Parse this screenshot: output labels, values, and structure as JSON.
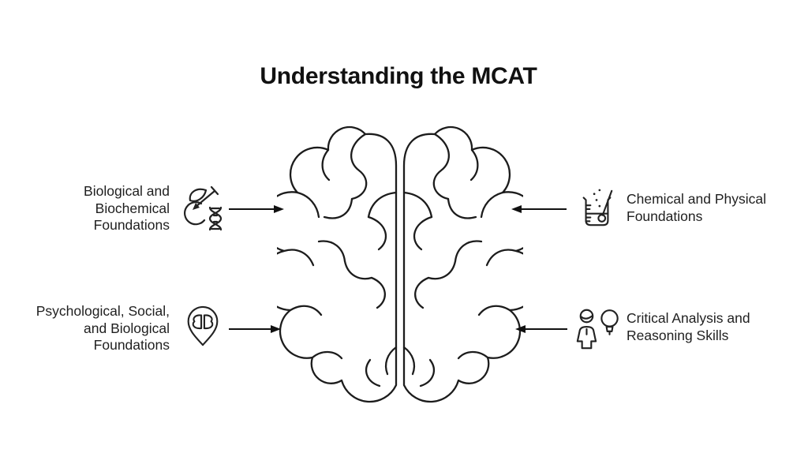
{
  "page": {
    "title": "Understanding the MCAT",
    "background_color": "#ffffff",
    "line_color": "#1c1c1c",
    "illustration": "human-brain-top-view"
  },
  "sections": [
    {
      "id": "biological-biochemical",
      "position": "left-top",
      "icon": "apple-dna-icon",
      "label": "Biological and Biochemical Foundations",
      "label_lines": [
        "Biological and",
        "Biochemical",
        "Foundations"
      ],
      "arrow_direction": "right"
    },
    {
      "id": "chemical-physical",
      "position": "right-top",
      "icon": "beaker-thermometer-icon",
      "label": "Chemical and Physical Foundations",
      "label_lines": [
        "Chemical and Physical",
        "Foundations"
      ],
      "arrow_direction": "left"
    },
    {
      "id": "psychological-social-biological",
      "position": "left-bottom",
      "icon": "brain-map-pin-icon",
      "label": "Psychological, Social, and Biological Foundations",
      "label_lines": [
        "Psychological, Social,",
        "and Biological",
        "Foundations"
      ],
      "arrow_direction": "right"
    },
    {
      "id": "critical-analysis-reasoning",
      "position": "right-bottom",
      "icon": "person-lightbulb-icon",
      "label": "Critical Analysis and Reasoning Skills",
      "label_lines": [
        "Critical Analysis and",
        "Reasoning Skills"
      ],
      "arrow_direction": "left"
    }
  ]
}
